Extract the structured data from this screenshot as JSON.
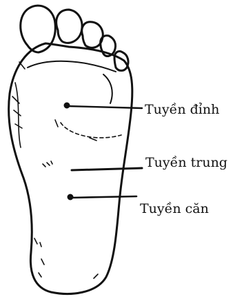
{
  "points": [
    {
      "id": "dinh",
      "label": "Tuyền đỉnh"
    },
    {
      "id": "trung",
      "label": "Tuyền trung"
    },
    {
      "id": "can",
      "label": "Tuyền căn"
    }
  ],
  "colors": {
    "ink": "#111111",
    "background": "#ffffff"
  }
}
